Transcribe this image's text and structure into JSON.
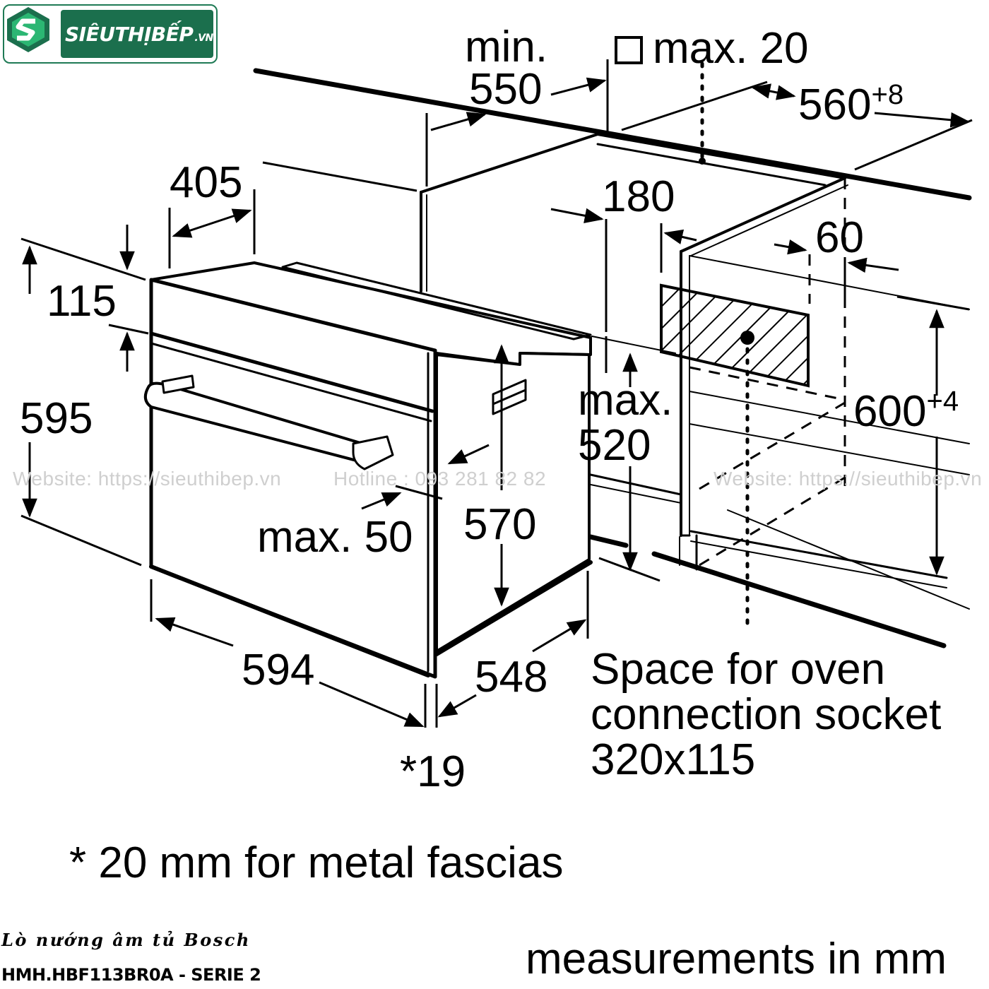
{
  "brand": {
    "name": "SIÊUTHỊBẾP",
    "tld": ".VN",
    "colors": {
      "primary": "#1b6f4d",
      "accent": "#2bb673"
    }
  },
  "watermarks": {
    "website": "Website: https://sieuthibep.vn",
    "hotline": "Hotline : 093 281 82 82",
    "color": "#cfcfcf"
  },
  "dimensions": {
    "min_label": "min.",
    "min_value": "550",
    "gap": "max. 20",
    "width_niche": "560",
    "width_niche_tol": "+8",
    "depth_top": "405",
    "left_gap": "180",
    "socket_offset": "60",
    "panel_height": "115",
    "total_height": "595",
    "height_niche": "600",
    "height_niche_tol": "+4",
    "max_label": "max.",
    "max_value": "520",
    "handle_gap": "max. 50",
    "inner_height": "570",
    "width_front": "594",
    "depth_body": "548",
    "fascia": "*19"
  },
  "socket_note": {
    "line1": "Space for oven",
    "line2": "connection socket",
    "line3": "320x115"
  },
  "footnote": "* 20 mm for metal fascias",
  "units": "measurements in mm",
  "product": {
    "line1": "Lò nướng âm tủ Bosch",
    "line2": "HMH.HBF113BR0A - SERIE 2"
  }
}
